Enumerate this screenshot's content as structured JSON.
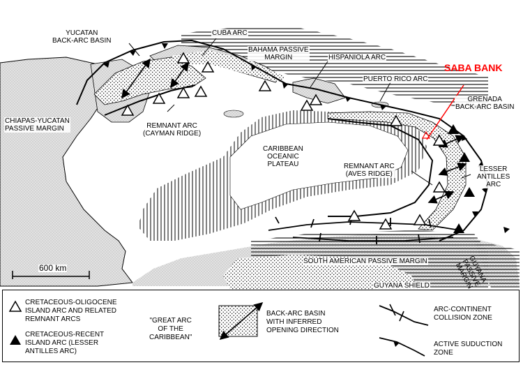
{
  "labels": {
    "yucatan_basin": "YUCATAN\nBACK-ARC BASIN",
    "cuba_arc": "CUBA ARC",
    "bahama_margin": "BAHAMA PASSIVE\nMARGIN",
    "hispaniola_arc": "HISPANIOLA ARC",
    "puerto_rico_arc": "PUERTO RICO ARC",
    "saba_bank": "SABA BANK",
    "grenada_basin": "GRENADA\nBACK-ARC BASIN",
    "chiapas_margin": "CHIAPAS-YUCATAN\nPASSIVE MARGIN",
    "remnant_arc_cayman": "REMNANT ARC\n(CAYMAN RIDGE)",
    "caribbean_plateau": "CARIBBEAN\nOCEANIC\nPLATEAU",
    "remnant_arc_aves": "REMNANT ARC\n(AVES RIDGE)",
    "lesser_antilles_arc": "LESSER\nANTILLES\nARC",
    "south_american_margin": "SOUTH AMERICAN PASSIVE MARGIN",
    "guyana_shield": "GUYANA SHIELD",
    "guyana_passive_margin": "GUYANA PASSIVE\nMARGIN",
    "scale": "600 km"
  },
  "legend": {
    "cretaceous_oligocene": "CRETACEOUS-OLIGOCENE\nISLAND ARC AND RELATED\nREMNANT ARCS",
    "great_arc": "\"GREAT ARC\nOF THE\nCARIBBEAN\"",
    "cretaceous_recent": "CRETACEOUS-RECENT\nISLAND ARC (LESSER\nANTILLES ARC)",
    "back_arc_basin": "BACK-ARC BASIN\nWITH INFERRED\nOPENING DIRECTION",
    "arc_continent": "ARC-CONTINENT\nCOLLISION ZONE",
    "active_subduction": "ACTIVE SUDUCTION\nZONE"
  },
  "colors": {
    "ink": "#000000",
    "highlight": "#ff0000",
    "land_fill": "#dcdcdc",
    "paper": "#ffffff"
  }
}
